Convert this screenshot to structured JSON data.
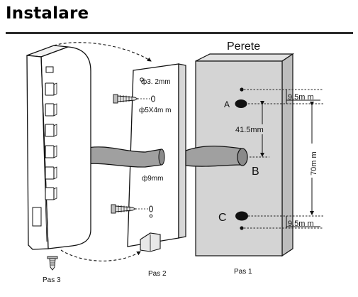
{
  "title": "Instalare",
  "wall_label": "Perete",
  "hole_a": "A",
  "hole_b": "B",
  "hole_c": "C",
  "dim_top": "9.5m m",
  "dim_bottom": "9.5m m",
  "dim_ab": "41.5mm",
  "dim_vertical": "70m m",
  "screw_size": "ф3. 2mm",
  "screw_spec": "ф5X4m m",
  "hole_diameter": "ф9mm",
  "step1": "Pas 1",
  "step2": "Pas 2",
  "step3": "Pas 3",
  "colors": {
    "wall_fill": "#d4d4d4",
    "cable_fill": "#a0a0a0",
    "outline": "#111111"
  }
}
